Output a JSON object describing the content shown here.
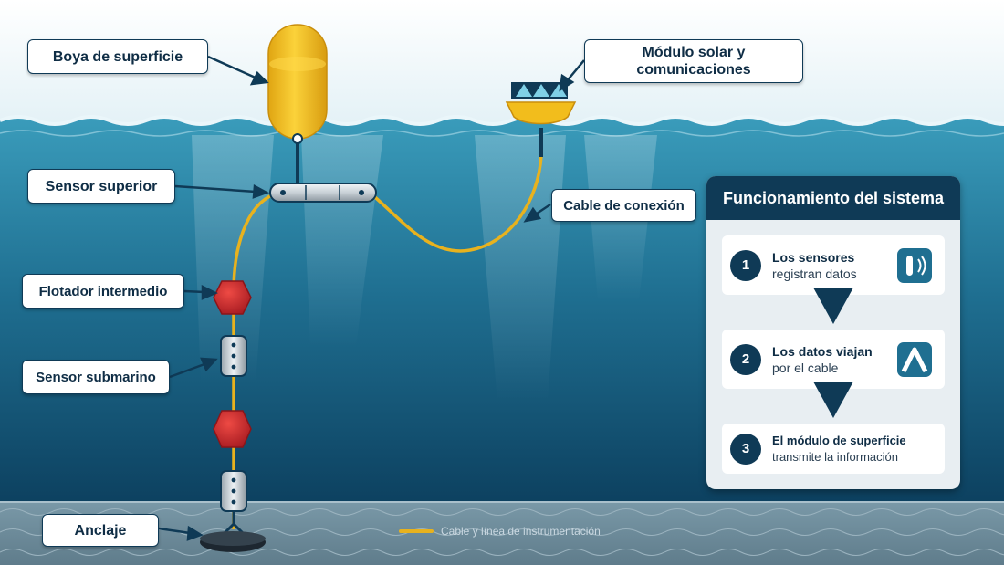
{
  "labels": {
    "surface_buoy": "Boya de superficie",
    "solar_module_line1": "Módulo solar y",
    "solar_module_line2": "comunicaciones",
    "top_sensor": "Sensor superior",
    "connection_cable": "Cable de conexión",
    "mid_float": "Flotador intermedio",
    "sub_sensor": "Sensor submarino",
    "anchor": "Anclaje"
  },
  "panel": {
    "title": "Funcionamiento del sistema",
    "steps": [
      {
        "number": "1",
        "title": "Los sensores",
        "sub": "registran datos",
        "icon": "sensor-icon"
      },
      {
        "number": "2",
        "title": "Los datos viajan",
        "sub": "por el cable",
        "icon": "cable-icon"
      },
      {
        "number": "3",
        "title": "El módulo de superficie",
        "sub": "transmite la información",
        "icon": ""
      }
    ]
  },
  "legend": {
    "label": "Cable y línea de instrumentación"
  },
  "colors": {
    "cable": "#e8b21e",
    "buoy": "#f2bd1c",
    "float": "#c8282b",
    "navy": "#0f3a56",
    "water_top": "#2f8eae",
    "water_bottom": "#0c3f5e"
  }
}
